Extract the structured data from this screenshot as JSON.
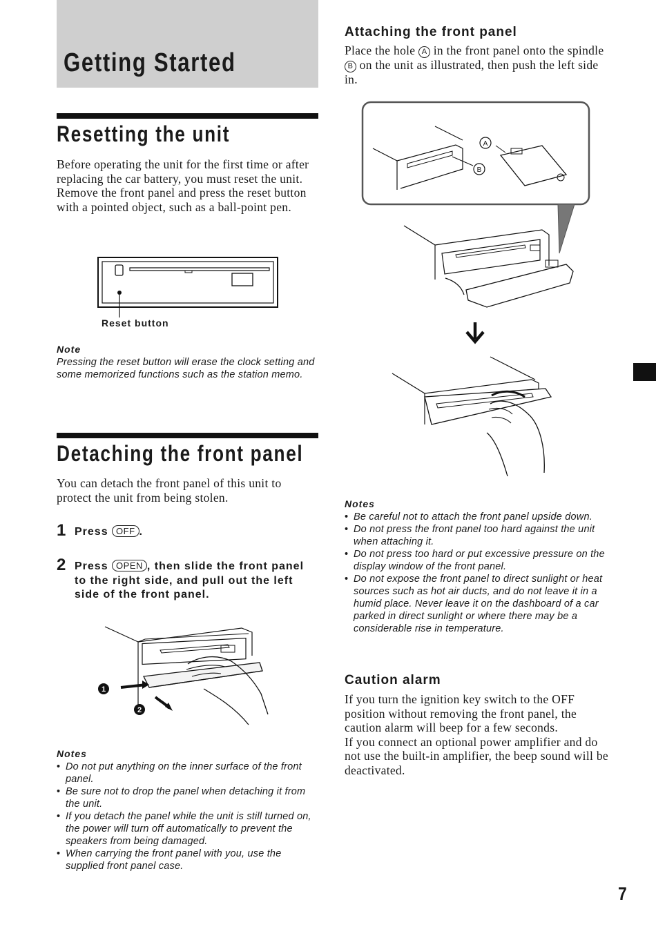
{
  "section": {
    "title": "Getting Started"
  },
  "resetting": {
    "heading": "Resetting the unit",
    "para1": "Before operating the unit for the first time or after replacing the car battery, you must reset the unit.",
    "para2": "Remove the front panel and press the reset button with a pointed object, such as a ball-point pen.",
    "figure_label": "Reset button",
    "note_label": "Note",
    "note_text": "Pressing the reset button will erase the clock setting and some memorized functions such as the station memo."
  },
  "detaching": {
    "heading": "Detaching the front panel",
    "intro": "You can detach the front panel of this unit to protect the unit from being stolen.",
    "step1": {
      "number": "1",
      "text_before": "Press ",
      "key": "OFF",
      "text_after": "."
    },
    "step2": {
      "number": "2",
      "text_before": "Press ",
      "key": "OPEN",
      "text_after": ", then slide the front panel to the right side, and pull out the left side of the front panel."
    },
    "callout1": "1",
    "callout2": "2",
    "notes_label": "Notes",
    "notes": [
      "Do not put anything on the inner surface of the front panel.",
      "Be sure not to drop the panel when detaching it from the unit.",
      "If you detach the panel while the unit is still turned on, the power will turn off automatically to prevent the speakers from being damaged.",
      "When carrying the front panel with you, use the supplied front panel case."
    ]
  },
  "attaching": {
    "heading": "Attaching the front panel",
    "para_1": "Place the hole ",
    "mark_a": "A",
    "para_2": " in the front panel onto the spindle ",
    "mark_b": "B",
    "para_3": " on the unit as illustrated, then push the left side in.",
    "figure_a": "A",
    "figure_b": "B",
    "notes_label": "Notes",
    "notes": [
      "Be careful not to attach the front panel upside down.",
      "Do not press the front panel too hard against the unit when attaching it.",
      "Do not press too hard or put excessive pressure on the display window of the front panel.",
      "Do not expose the front panel to direct sunlight or heat sources such as hot air ducts, and do not leave it in a humid place. Never leave it on the dashboard of a car parked in direct sunlight or where there may be a considerable rise in temperature."
    ]
  },
  "caution": {
    "heading": "Caution alarm",
    "para1": "If you turn the ignition key switch to the OFF position without removing the front panel, the caution alarm will beep for a few seconds.",
    "para2": "If you connect an optional power amplifier and do not use the built-in amplifier, the beep sound will be deactivated."
  },
  "page_number": "7"
}
